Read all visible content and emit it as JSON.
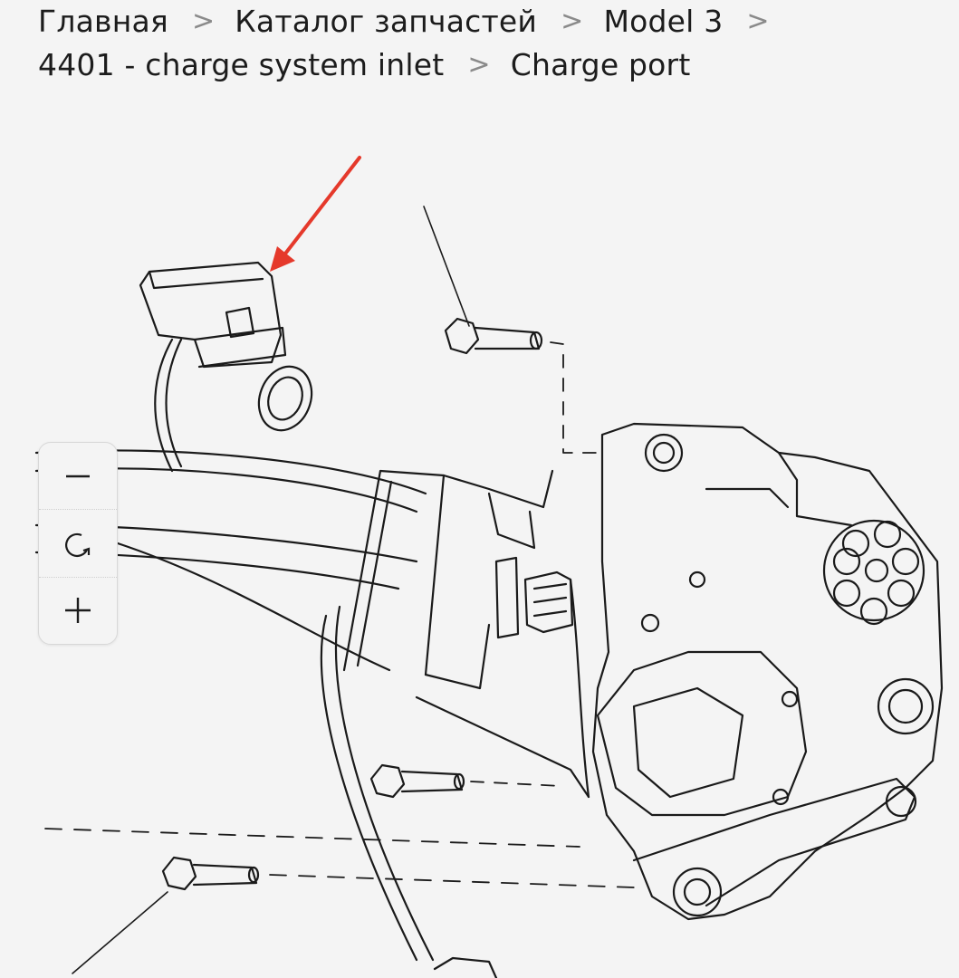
{
  "breadcrumb": {
    "items": [
      "Главная",
      "Каталог запчастей",
      "Model 3",
      "4401 - charge system inlet",
      "Charge port"
    ],
    "separator": ">"
  },
  "zoom_controls": {
    "zoom_out": "zoom-out",
    "reset": "reset-rotation",
    "zoom_in": "zoom-in"
  },
  "colors": {
    "background": "#f4f4f4",
    "text": "#1c1c1c",
    "separator": "#8a8a8a",
    "arrow": "#e5392b"
  }
}
